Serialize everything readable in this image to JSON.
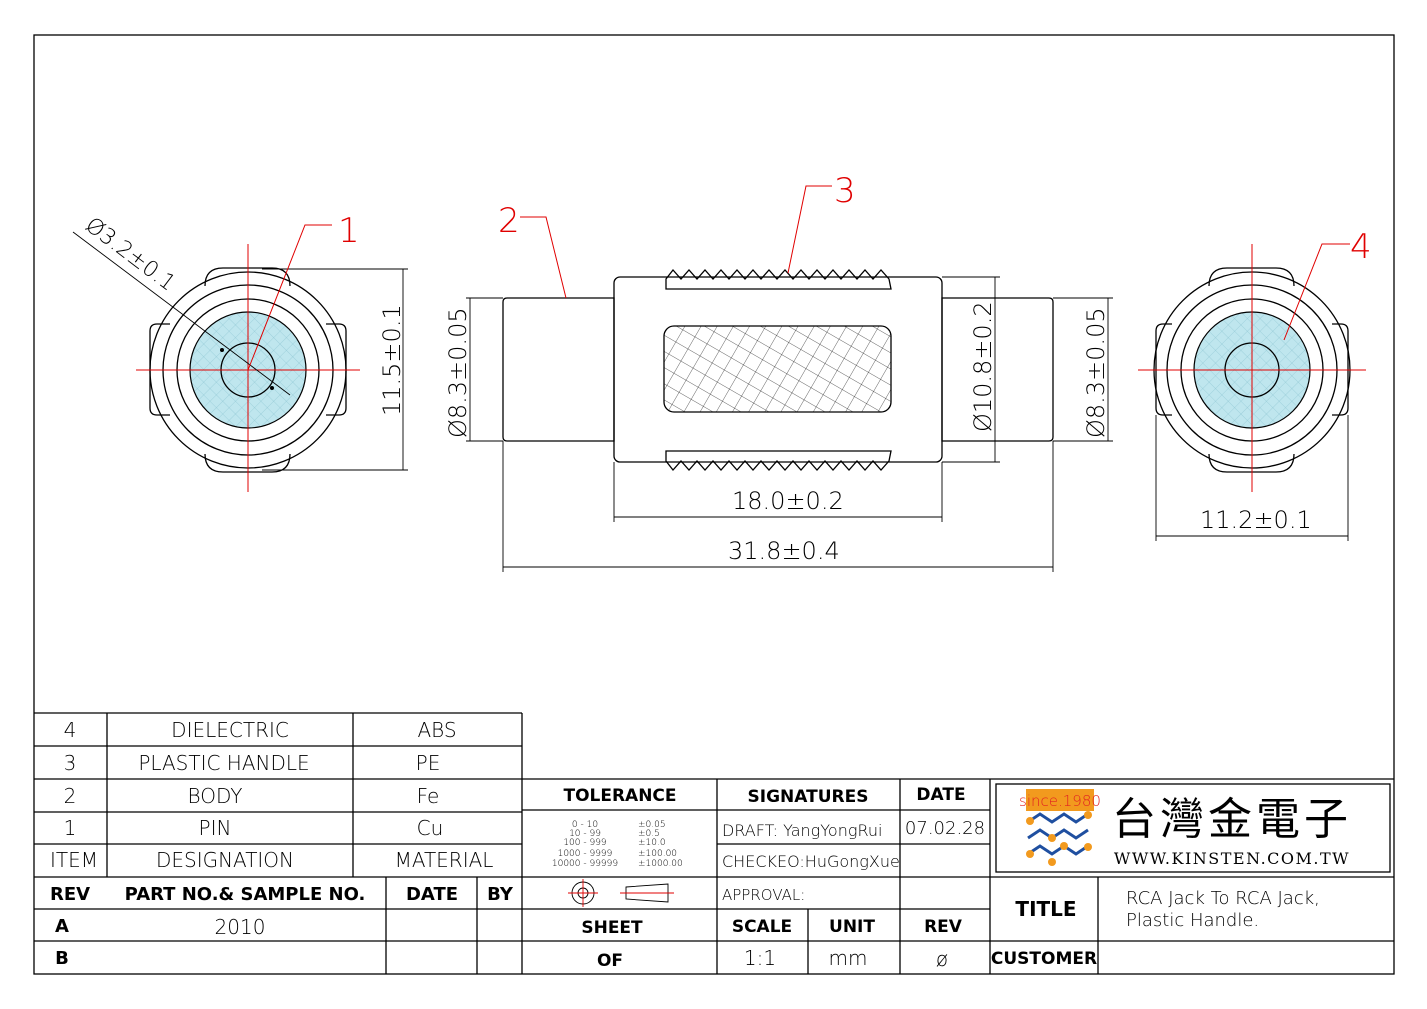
{
  "callouts": {
    "c1": "1",
    "c2": "2",
    "c3": "3",
    "c4": "4"
  },
  "dimensions": {
    "d_pin": "Ø3.2±0.1",
    "h_left": "11.5±0.1",
    "d_body_left": "Ø8.3±0.05",
    "d_handle": "Ø10.8±0.2",
    "d_body_right": "Ø8.3±0.05",
    "len_handle": "18.0±0.2",
    "len_total": "31.8±0.4",
    "w_right": "11.2±0.1"
  },
  "bom": {
    "rows": [
      {
        "item": "4",
        "designation": "DIELECTRIC",
        "material": "ABS"
      },
      {
        "item": "3",
        "designation": "PLASTIC  HANDLE",
        "material": "PE"
      },
      {
        "item": "2",
        "designation": "BODY",
        "material": "Fe"
      },
      {
        "item": "1",
        "designation": "PIN",
        "material": "Cu"
      }
    ],
    "header": {
      "item": "ITEM",
      "designation": "DESIGNATION",
      "material": "MATERIAL"
    }
  },
  "revision": {
    "header": {
      "rev": "REV",
      "part": "PART NO.& SAMPLE NO.",
      "date": "DATE",
      "by": "BY"
    },
    "rows": [
      {
        "rev": "A",
        "part": "2010",
        "date": "",
        "by": ""
      },
      {
        "rev": "B",
        "part": "",
        "date": "",
        "by": ""
      }
    ]
  },
  "tolerance": {
    "label": "TOLERANCE",
    "ranges": [
      "0  -  10",
      "10  -  99",
      "100  -  999",
      "1000  -  9999",
      "10000  -  99999"
    ],
    "values": [
      "±0.05",
      "±0.5",
      "±10.0",
      "±100.00",
      "±1000.00"
    ]
  },
  "signatures": {
    "label": "SIGNATURES",
    "draft": "DRAFT: YangYongRui",
    "checked": "CHECKEO:HuGongXue",
    "approval": "APPROVAL:",
    "date_label": "DATE",
    "date_value": "07.02.28"
  },
  "sheet": {
    "sheet_label": "SHEET",
    "of_label": "OF",
    "scale_label": "SCALE",
    "scale_value": "1:1",
    "unit_label": "UNIT",
    "unit_value": "mm",
    "rev_label": "REV",
    "rev_value": "ø"
  },
  "title_block": {
    "title_label": "TITLE",
    "title_line1": "RCA  Jack  To  RCA  Jack,",
    "title_line2": "Plastic  Handle.",
    "customer_label": "CUSTOMER",
    "customer_value": ""
  },
  "company": {
    "badge": "since.1980",
    "name_cn": "台灣金電子",
    "url": "WWW.KINSTEN.COM.TW"
  },
  "colors": {
    "line": "#000000",
    "centerline": "#e00000",
    "dielectric_fill": "#bfe6ee",
    "logo_blue": "#1f4fa0",
    "logo_orange": "#f29a1e",
    "badge_red": "#e22222"
  }
}
